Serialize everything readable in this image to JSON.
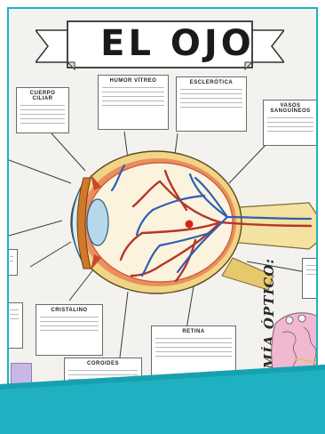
{
  "poster": {
    "title": "EL OJO",
    "vertical_label": "ANATOMÍA ÓPTICO:"
  },
  "labels": {
    "cuerpo_ciliar": "CUERPO CILIAR",
    "humor_vitreo": "HUMOR VÍTREO",
    "esclerotica": "ESCLERÓTICA",
    "vasos_sanguineos": "VASOS SANGUÍNEOS",
    "cristalino": "CRISTALINO",
    "coroides": "COROIDES",
    "retina": "RETINA"
  },
  "colors": {
    "accent_teal": "#1fb1c1",
    "vessel_red": "#b5362a",
    "vessel_blue": "#2f5fb3",
    "sclera_yellow": "#f1d77e",
    "iris_orange": "#d0792b"
  }
}
